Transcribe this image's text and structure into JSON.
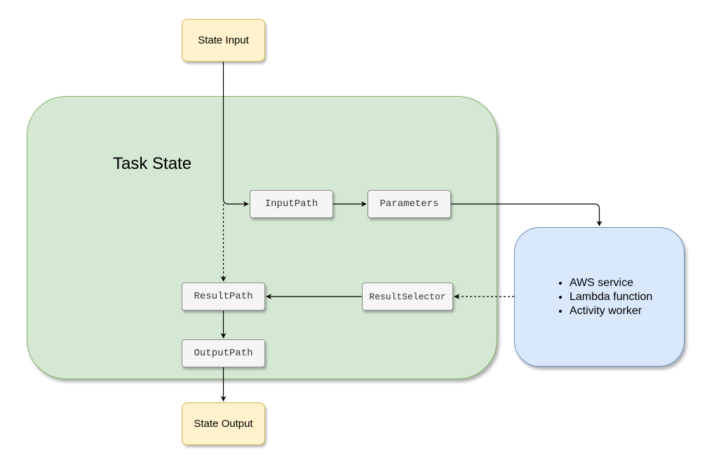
{
  "diagram": {
    "state_input": "State Input",
    "state_output": "State Output",
    "task_state": {
      "title": "Task State",
      "steps": {
        "input_path": "InputPath",
        "parameters": "Parameters",
        "result_selector": "ResultSelector",
        "result_path": "ResultPath",
        "output_path": "OutputPath"
      }
    },
    "target": {
      "items": [
        "AWS service",
        "Lambda function",
        "Activity worker"
      ]
    }
  },
  "colors": {
    "terminal_fill": "#fff2cc",
    "terminal_border": "#d6b656",
    "container_fill": "#d5e8d4",
    "container_border": "#82b366",
    "target_fill": "#dae8fc",
    "target_border": "#6c8ebf",
    "step_fill": "#f5f5f5",
    "edge": "#000000"
  }
}
